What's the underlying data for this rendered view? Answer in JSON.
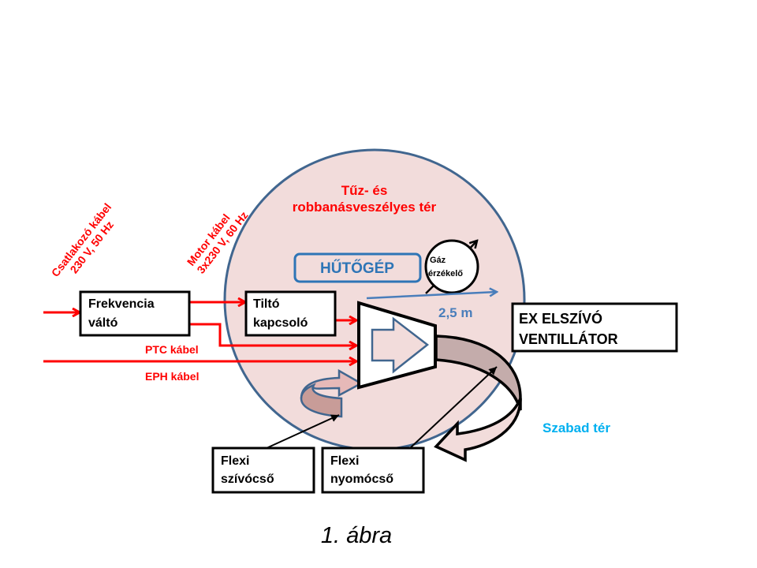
{
  "colors": {
    "cable": "#ff0000",
    "zone_fill": "#f2dcdb",
    "zone_border": "#41668f",
    "measure": "#4a7ebb",
    "free_space": "#00b0f0",
    "hose_dark": "#c4acab",
    "hose_light": "#f2dcdb",
    "machine_label": "#2e75b6"
  },
  "zone": {
    "title_line1": "Tűz- és",
    "title_line2": "robbanásveszélyes tér",
    "machine_label": "HŰTŐGÉP",
    "gas_sensor_line1": "Gáz",
    "gas_sensor_line2": "érzékelő",
    "radius_label": "2,5 m"
  },
  "cables": {
    "supply_line1": "Csatlakozó kábel",
    "supply_line2": "230 V, 50 Hz",
    "motor_line1": "Motor kábel",
    "motor_line2": "3x230 V, 60 Hz",
    "ptc": "PTC kábel",
    "eph": "EPH kábel"
  },
  "boxes": {
    "inverter_line1": "Frekvencia",
    "inverter_line2": "váltó",
    "switch_line1": "Tiltó",
    "switch_line2": "kapcsoló",
    "fan_line1": "EX ELSZÍVÓ",
    "fan_line2": "VENTILLÁTOR",
    "suction_line1": "Flexi",
    "suction_line2": "szívócső",
    "pressure_line1": "Flexi",
    "pressure_line2": "nyomócső"
  },
  "free_space": "Szabad tér",
  "caption": "1. ábra"
}
